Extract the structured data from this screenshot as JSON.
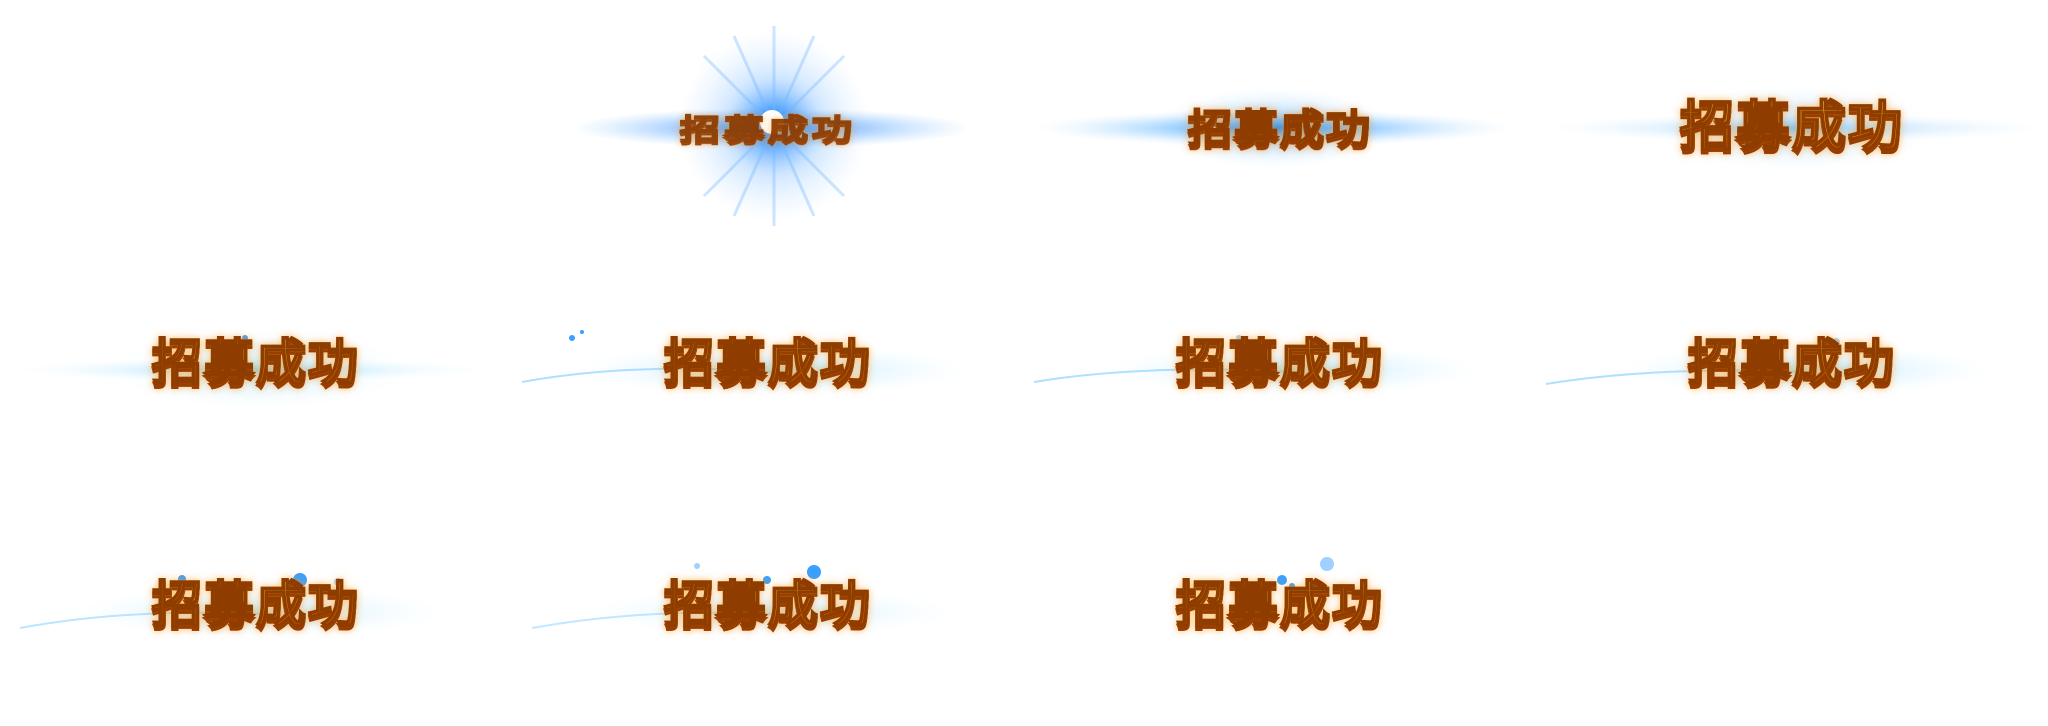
{
  "sprite_sheet": {
    "banner_text": "招募成功",
    "colors": {
      "text_top": "#fff06a",
      "text_bottom": "#e85a00",
      "text_outline": "#8f3c00",
      "glow_blue": "#1e90ff",
      "glow_cyan": "#7fd4ff"
    },
    "frames": [
      {
        "label": "招募成功"
      },
      {
        "label": "招募成功"
      },
      {
        "label": "招募成功"
      },
      {
        "label": "招募成功"
      },
      {
        "label": "招募成功"
      },
      {
        "label": "招募成功"
      },
      {
        "label": "招募成功"
      },
      {
        "label": "招募成功"
      },
      {
        "label": "招募成功"
      },
      {
        "label": "招募成功"
      }
    ]
  }
}
